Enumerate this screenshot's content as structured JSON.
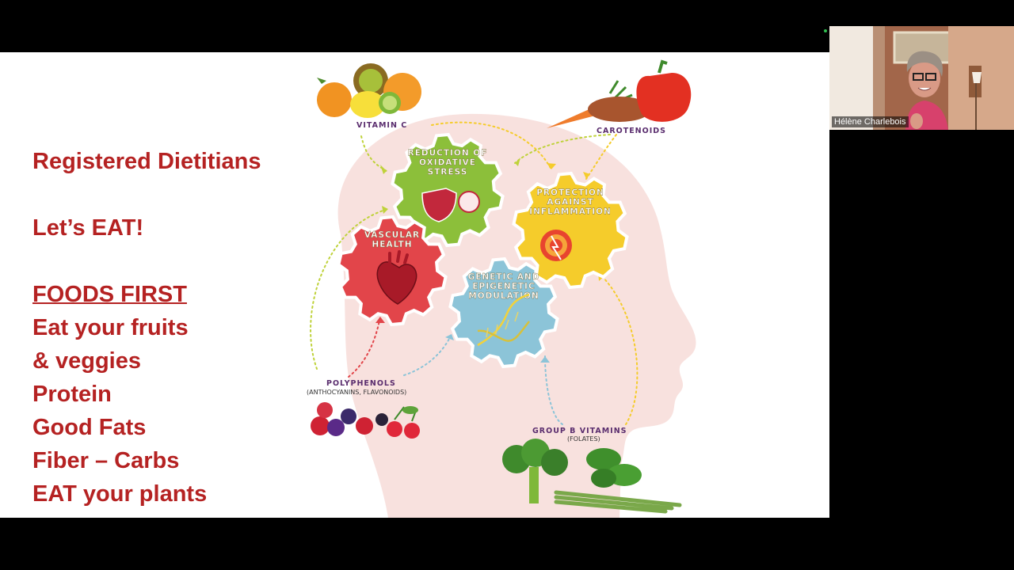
{
  "slide": {
    "title": "Registered Dietitians",
    "subtitle": "Let’s EAT!",
    "heading": "FOODS FIRST",
    "items": [
      "Eat your fruits",
      "& veggies",
      "Protein",
      "Good Fats",
      "Fiber – Carbs",
      "EAT your plants"
    ]
  },
  "diagram": {
    "gears": [
      {
        "lines": [
          "REDUCTION OF",
          "OXIDATIVE",
          "STRESS"
        ],
        "color": "#8cbf3a"
      },
      {
        "lines": [
          "PROTECTION",
          "AGAINST",
          "INFLAMMATION"
        ],
        "color": "#f5cc2b"
      },
      {
        "lines": [
          "VASCULAR",
          "HEALTH"
        ],
        "color": "#e2454a"
      },
      {
        "lines": [
          "GENETIC AND",
          "EPIGENETIC",
          "MODULATION"
        ],
        "color": "#8cc4d8"
      }
    ],
    "nutrients": {
      "vitamin_c": {
        "label": "VITAMIN C"
      },
      "carotenoids": {
        "label": "CAROTENOIDS"
      },
      "polyphenols": {
        "label": "POLYPHENOLS",
        "sub": "(ANTHOCYANINS, FLAVONOIDS)"
      },
      "group_b": {
        "label": "GROUP B VITAMINS",
        "sub": "(FOLATES)"
      }
    }
  },
  "meeting": {
    "participant_name": "Hélène Charlebois"
  },
  "colors": {
    "slide_text": "#b52222",
    "background": "#000000",
    "head_silhouette": "#f7dcd8"
  }
}
